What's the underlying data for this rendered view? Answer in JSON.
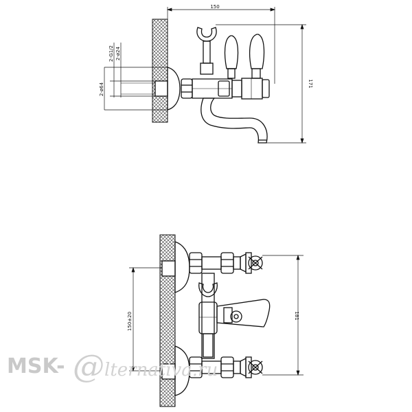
{
  "top_view": {
    "dim_width": "150",
    "dim_height": "171",
    "dim_d24": "2-ø24",
    "dim_g12": "2-G1/2",
    "dim_d64": "2-ø64"
  },
  "front_view": {
    "dim_spacing": "150±20",
    "dim_height": "181"
  },
  "watermark": {
    "brand": "MSK-",
    "at": "@",
    "script": "lternativa.ru"
  }
}
